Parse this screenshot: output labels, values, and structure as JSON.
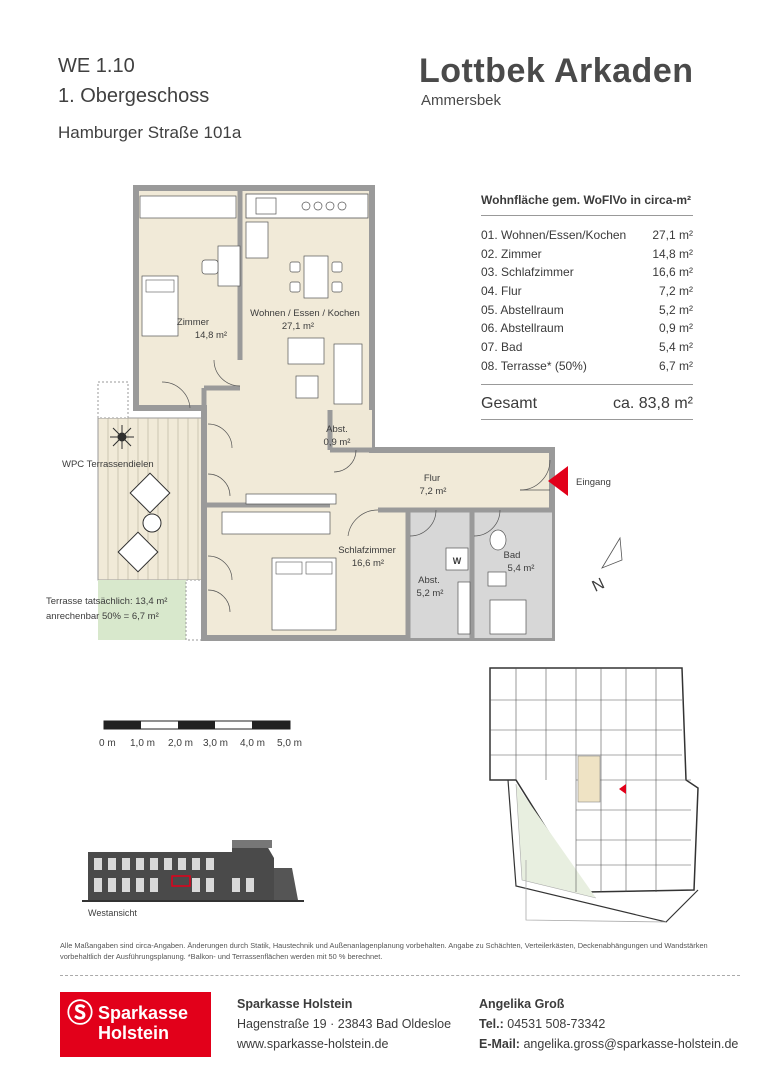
{
  "header": {
    "unit": "WE 1.10",
    "floor": "1. Obergeschoss",
    "address": "Hamburger Straße 101a",
    "project": "Lottbek Arkaden",
    "place": "Ammersbek"
  },
  "area_table": {
    "title": "Wohnfläche gem. WoFlVo in circa-m²",
    "rows": [
      {
        "label": "01. Wohnen/Essen/Kochen",
        "value": "27,1 m²"
      },
      {
        "label": "02. Zimmer",
        "value": "14,8 m²"
      },
      {
        "label": "03. Schlafzimmer",
        "value": "16,6 m²"
      },
      {
        "label": "04. Flur",
        "value": "7,2 m²"
      },
      {
        "label": "05. Abstellraum",
        "value": "5,2 m²"
      },
      {
        "label": "06. Abstellraum",
        "value": "0,9 m²"
      },
      {
        "label": "07. Bad",
        "value": "5,4 m²"
      },
      {
        "label": "08. Terrasse* (50%)",
        "value": "6,7 m²"
      }
    ],
    "total_label": "Gesamt",
    "total_value": "ca. 83,8 m²"
  },
  "floorplan": {
    "rooms": {
      "zimmer": {
        "name": "Zimmer",
        "area": "14,8 m²"
      },
      "wohnen": {
        "name": "Wohnen / Essen / Kochen",
        "area": "27,1 m²"
      },
      "abst_small": {
        "name": "Abst.",
        "area": "0,9 m²"
      },
      "flur": {
        "name": "Flur",
        "area": "7,2 m²"
      },
      "schlaf": {
        "name": "Schlafzimmer",
        "area": "16,6 m²"
      },
      "abst": {
        "name": "Abst.",
        "area": "5,2 m²"
      },
      "bad": {
        "name": "Bad",
        "area": "5,4 m²"
      }
    },
    "terrace_material": "WPC Terrassendielen",
    "terrace_note_1": "Terrasse tatsächlich: 13,4 m²",
    "terrace_note_2": "anrechenbar 50% = 6,7 m²",
    "entrance": "Eingang",
    "washer": "W",
    "north": "N"
  },
  "scale_bar": {
    "labels": [
      "0 m",
      "1,0 m",
      "2,0 m",
      "3,0 m",
      "4,0 m",
      "5,0 m"
    ]
  },
  "elevation_label": "Westansicht",
  "disclaimer": "Alle Maßangaben sind circa-Angaben. Änderungen durch Statik, Haustechnik und Außenanlagenplanung vorbehalten. Angabe zu Schächten, Verteilerkästen, Deckenabhängungen und Wandstärken vorbehaltlich der Ausführungsplanung. *Balkon- und Terrassenflächen werden mit 50 % berechnet.",
  "footer": {
    "logo_line1": "Sparkasse",
    "logo_line2": "Holstein",
    "bank_name": "Sparkasse Holstein",
    "bank_address": "Hagenstraße 19 · 23843 Bad Oldesloe",
    "bank_web": "www.sparkasse-holstein.de",
    "agent_name": "Angelika Groß",
    "tel_label": "Tel.:",
    "tel_value": "04531 508-73342",
    "mail_label": "E-Mail:",
    "mail_value": "angelika.gross@sparkasse-holstein.de"
  },
  "colors": {
    "room_fill": "#f1ead8",
    "wet_fill": "#d7d7d7",
    "wall": "#9a9a9a",
    "terrace_green": "#d8e8cc",
    "brand_red": "#e2001a",
    "entrance_red": "#e2001a"
  }
}
